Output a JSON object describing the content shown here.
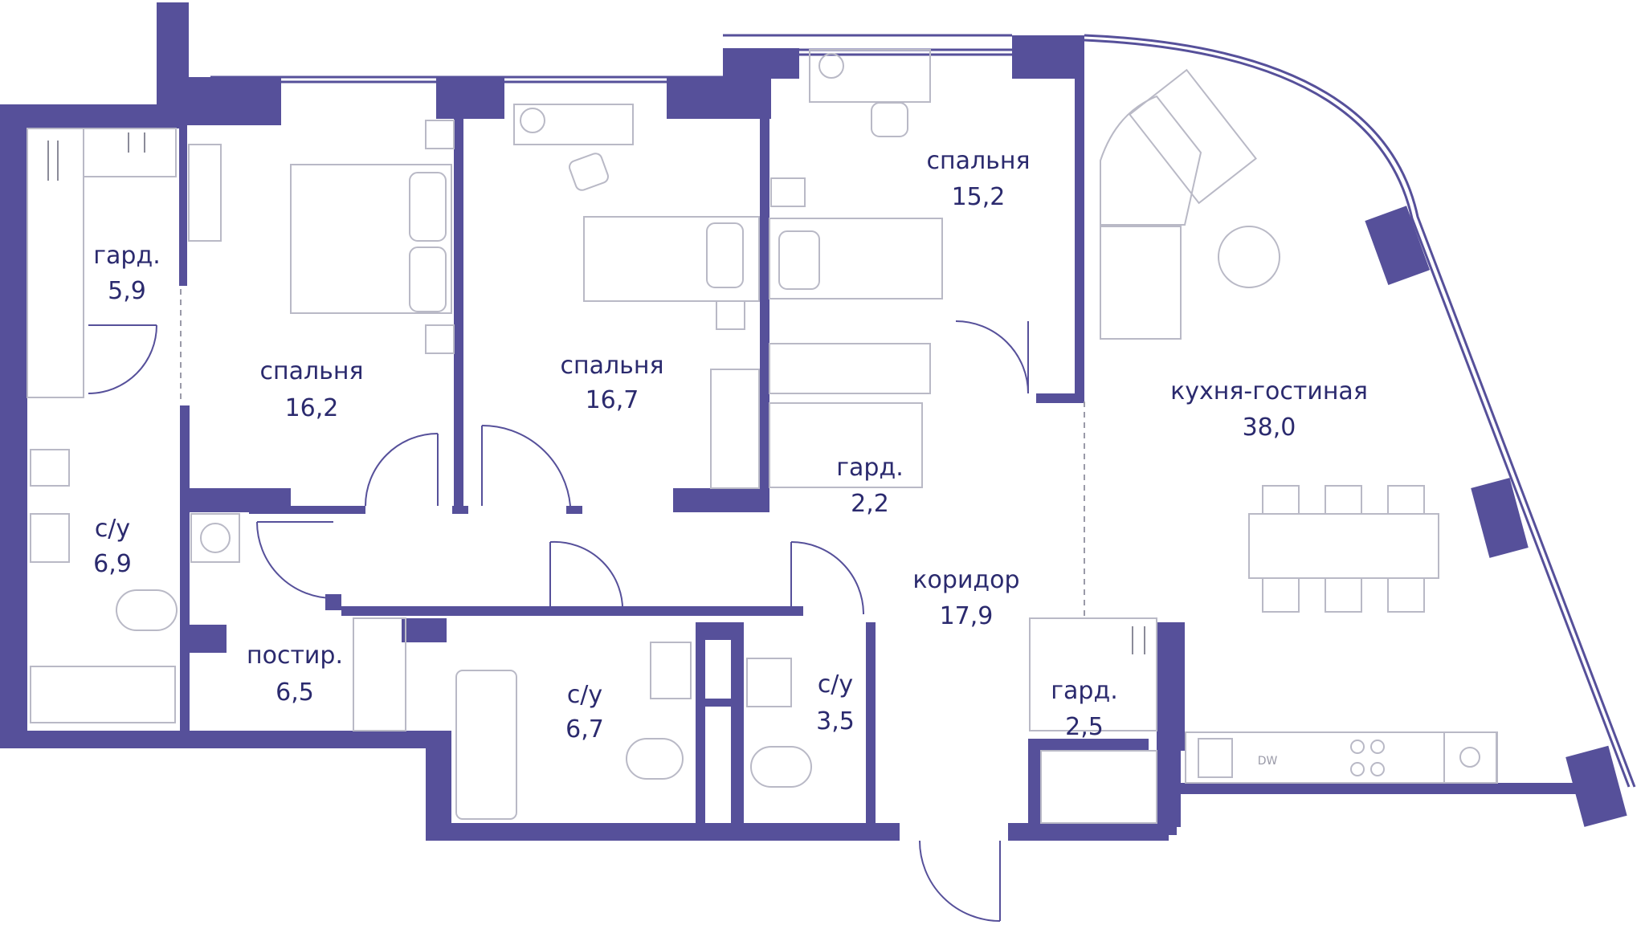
{
  "rooms": {
    "wardrobe_left": {
      "name": "гард.",
      "area": "5,9"
    },
    "bedroom_1": {
      "name": "спальня",
      "area": "16,2"
    },
    "bedroom_2": {
      "name": "спальня",
      "area": "16,7"
    },
    "bedroom_3": {
      "name": "спальня",
      "area": "15,2"
    },
    "kitchen_living": {
      "name": "кухня-гостиная",
      "area": "38,0"
    },
    "bathroom_left": {
      "name": "с/у",
      "area": "6,9"
    },
    "laundry": {
      "name": "постир.",
      "area": "6,5"
    },
    "bathroom_mid": {
      "name": "с/у",
      "area": "6,7"
    },
    "bathroom_small": {
      "name": "с/у",
      "area": "3,5"
    },
    "corridor": {
      "name": "коридор",
      "area": "17,9"
    },
    "wardrobe_mid": {
      "name": "гард.",
      "area": "2,2"
    },
    "wardrobe_right": {
      "name": "гард.",
      "area": "2,5"
    }
  },
  "appliances": {
    "dishwasher": "DW"
  },
  "colors": {
    "wall": "#56509a",
    "text": "#2b2a6e",
    "furniture": "#b9b9c6"
  }
}
